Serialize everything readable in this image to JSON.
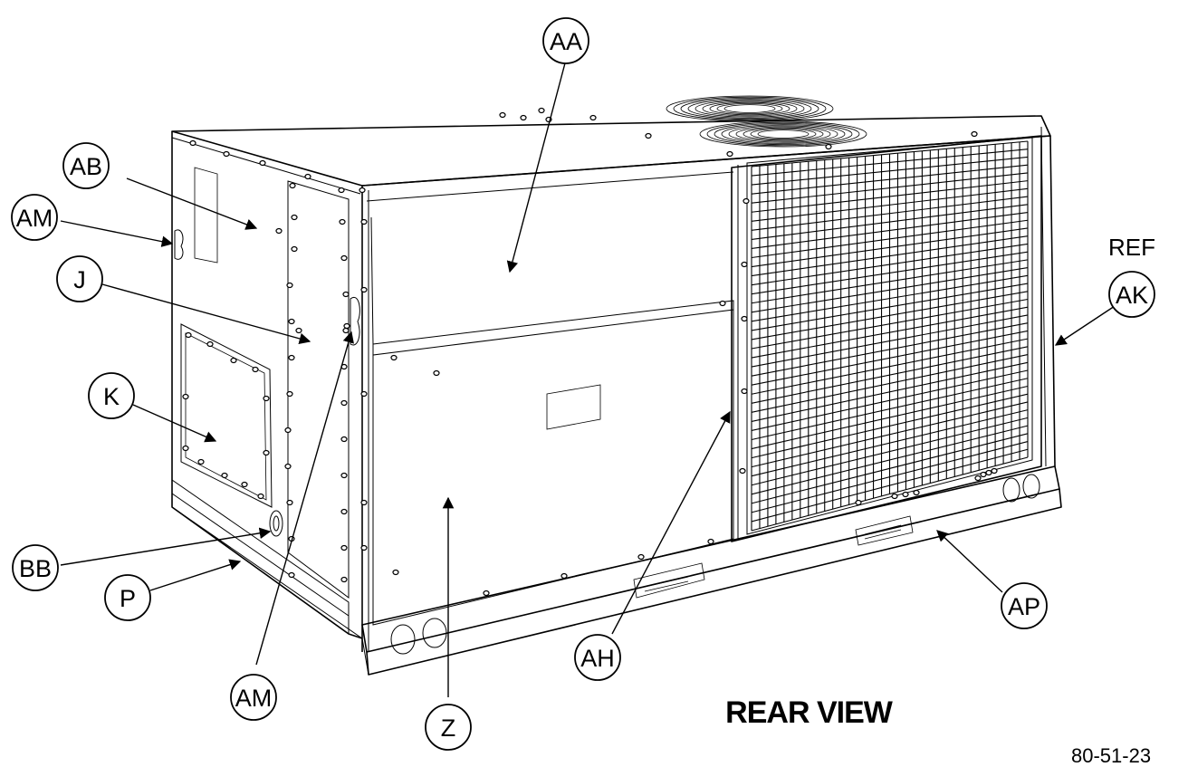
{
  "title": "REAR VIEW",
  "figure_code": "80-51-23",
  "ref_text": "REF",
  "callouts": [
    {
      "id": "AA",
      "label": "AA"
    },
    {
      "id": "AB",
      "label": "AB"
    },
    {
      "id": "AM1",
      "label": "AM"
    },
    {
      "id": "J",
      "label": "J"
    },
    {
      "id": "K",
      "label": "K"
    },
    {
      "id": "BB",
      "label": "BB"
    },
    {
      "id": "P",
      "label": "P"
    },
    {
      "id": "AM2",
      "label": "AM"
    },
    {
      "id": "Z",
      "label": "Z"
    },
    {
      "id": "AH",
      "label": "AH"
    },
    {
      "id": "AK",
      "label": "AK"
    },
    {
      "id": "AP",
      "label": "AP"
    }
  ]
}
